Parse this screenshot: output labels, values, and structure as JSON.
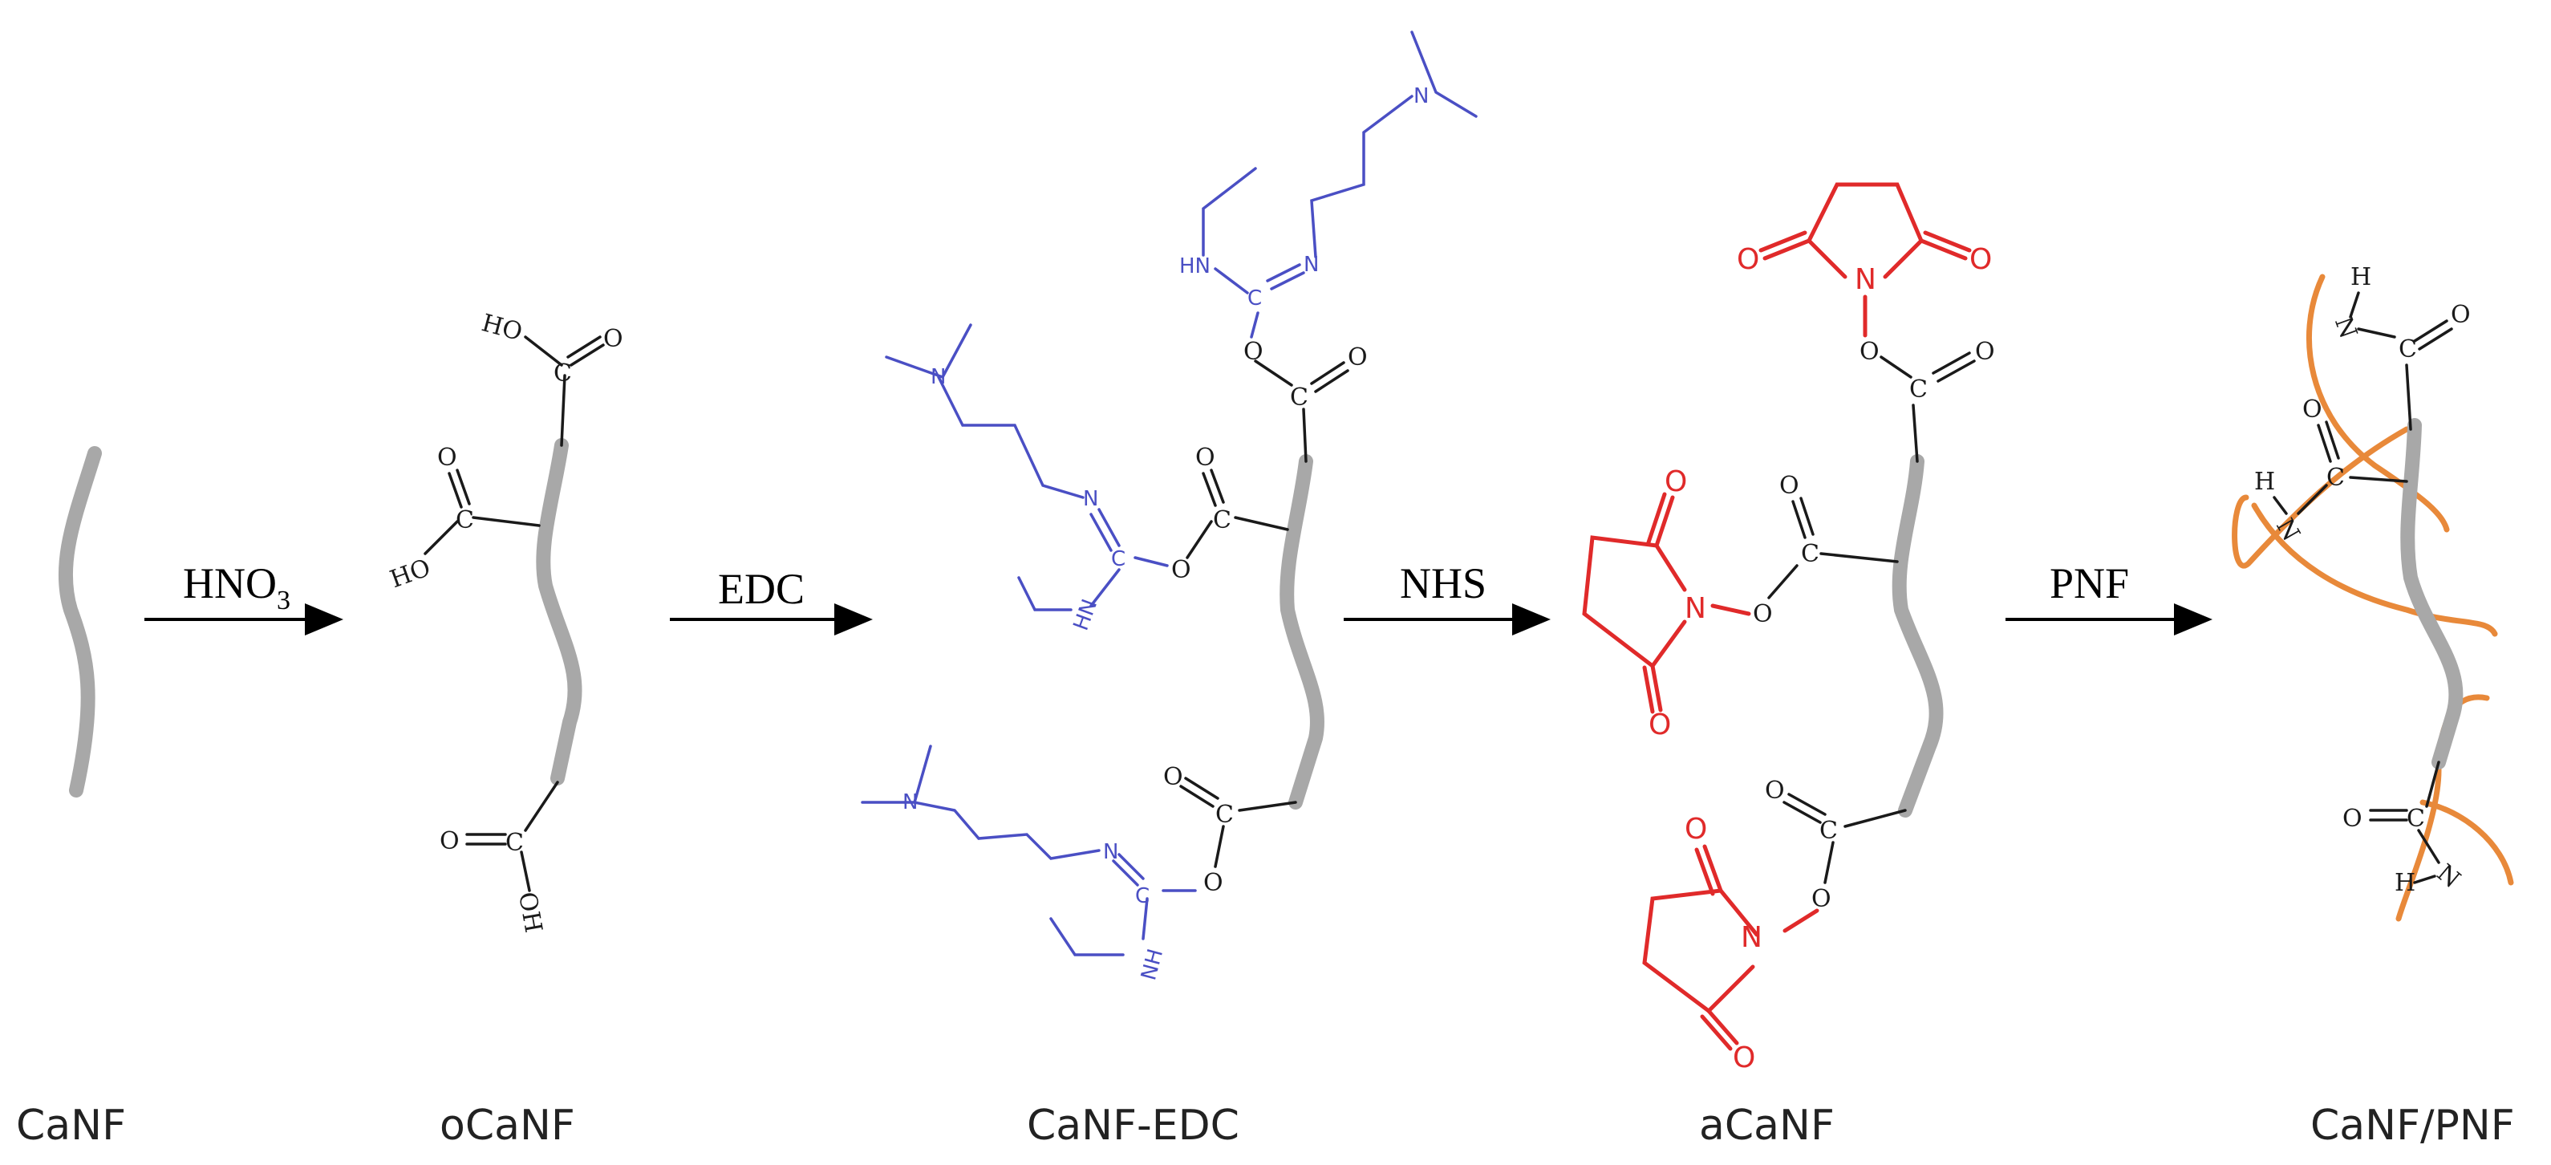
{
  "stages": [
    {
      "id": "canf",
      "label": "CaNF"
    },
    {
      "id": "ocanf",
      "label": "oCaNF"
    },
    {
      "id": "canf-edc",
      "label": "CaNF-EDC"
    },
    {
      "id": "acanf",
      "label": "aCaNF"
    },
    {
      "id": "canf-pnf",
      "label": "CaNF/PNF"
    }
  ],
  "reagents": [
    {
      "main": "HNO",
      "sub": "3"
    },
    {
      "main": "EDC"
    },
    {
      "main": "NHS"
    },
    {
      "main": "PNF"
    }
  ],
  "atoms": {
    "ho": "HO",
    "oh": "OH",
    "o": "O",
    "c": "C",
    "n": "N",
    "hn": "HN",
    "nh": "NH",
    "h": "H"
  },
  "colors": {
    "fiber": "#a8a8a8",
    "carboxyl": "#1a1a1a",
    "edc": "#4a4fc4",
    "nhs": "#e02a2a",
    "pnf": "#e8893a"
  }
}
